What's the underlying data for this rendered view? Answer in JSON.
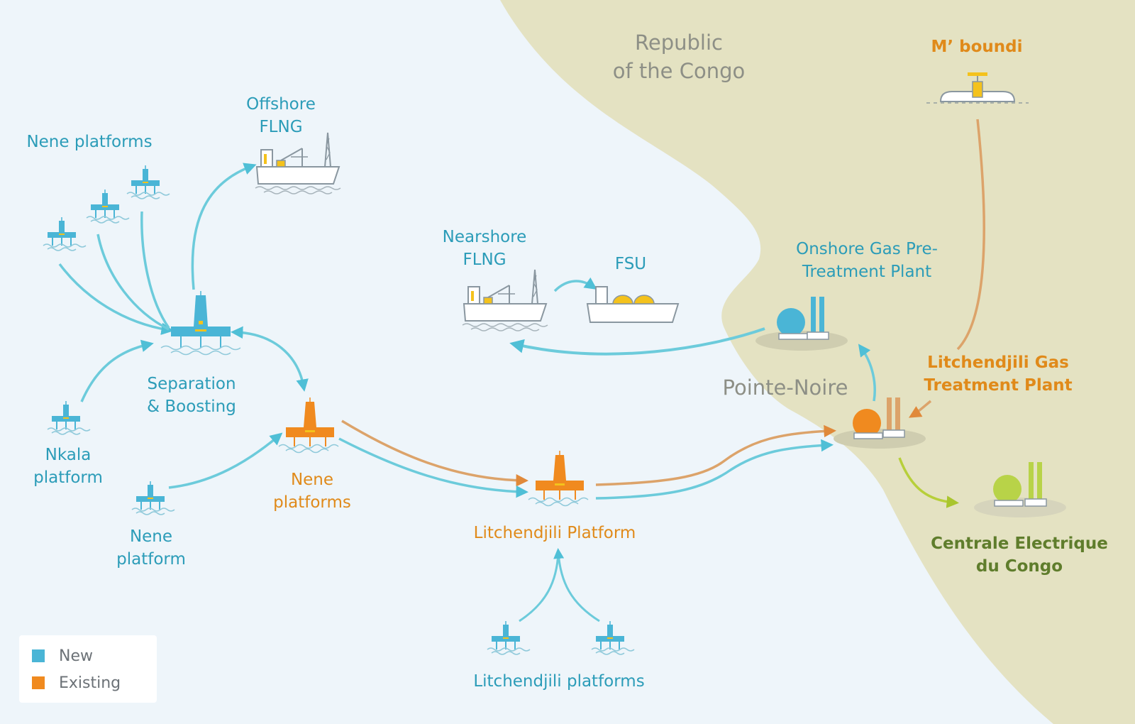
{
  "colors": {
    "sea": "#eef5fa",
    "land": "#e4e2c2",
    "new": "#4ab5d6",
    "new_arrow": "#6ccbdb",
    "existing": "#f08a1f",
    "existing_arrow": "#dca36a",
    "cec": "#b8d348",
    "cec_arrow": "#b7cf3a",
    "yellow": "#f4c21c"
  },
  "labels": {
    "region": "Republic\nof the Congo",
    "city": "Pointe-Noire",
    "nene_platforms_top": "Nene platforms",
    "offshore_flng": "Offshore\nFLNG",
    "separation_boosting": "Separation\n& Boosting",
    "nkala_platform": "Nkala\nplatform",
    "nene_platform_single": "Nene\nplatform",
    "nene_platforms_existing": "Nene\nplatforms",
    "nearshore_flng": "Nearshore\nFLNG",
    "fsu": "FSU",
    "onshore_gas": "Onshore Gas Pre-\nTreatment Plant",
    "mboundi": "M’ boundi",
    "litchendjili_gas": "Litchendjili Gas\nTreatment Plant",
    "litchendjili_platform": "Litchendjili Platform",
    "litchendjili_platforms": "Litchendjili platforms",
    "centrale": "Centrale Electrique\ndu Congo"
  },
  "legend": {
    "new_label": "New",
    "existing_label": "Existing"
  }
}
